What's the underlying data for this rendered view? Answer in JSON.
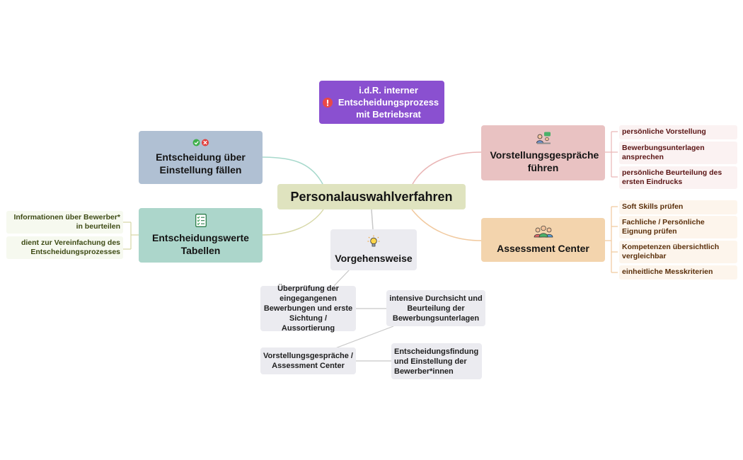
{
  "central": "Personalauswahlverfahren",
  "note": {
    "label": "i.d.R. interner Entscheidungsprozess mit Betriebsrat",
    "icon": "exclamation-icon"
  },
  "branches": {
    "entscheidung": {
      "label": "Entscheidung über Einstellung fällen",
      "icon": "check-cross-icon",
      "color": "#b0c0d3"
    },
    "tabellen": {
      "label": "Entscheidungswerte Tabellen",
      "icon": "checklist-icon",
      "color": "#acd6cb",
      "items": [
        "Informationen über Bewerber* in beurteilen",
        "dient zur Vereinfachung des Entscheidungsprozesses"
      ]
    },
    "vorstellung": {
      "label": "Vorstellungsgespräche führen",
      "icon": "interview-icon",
      "color": "#e9c2c2",
      "items": [
        "persönliche Vorstellung",
        "Bewerbungsunterlagen ansprechen",
        "persönliche Beurteilung des ersten Eindrucks"
      ]
    },
    "assessment": {
      "label": "Assessment Center",
      "icon": "group-icon",
      "color": "#f3d4ad",
      "items": [
        "Soft Skills prüfen",
        "Fachliche / Persönliche Eignung prüfen",
        "Kompetenzen übersichtlich vergleichbar",
        "einheitliche Messkriterien"
      ]
    },
    "vorgehensweise": {
      "label": "Vorgehensweise",
      "icon": "lightbulb-icon",
      "steps": [
        "Überprüfung der eingegangenen Bewerbungen und erste Sichtung / Aussortierung",
        "intensive Durchsicht und Beurteilung der Bewerbungsunterlagen",
        "Vorstellungsgespräche / Assessment Center",
        "Entscheidungsfindung und Einstellung der Bewerber*innen"
      ]
    }
  },
  "colors": {
    "central": "#dfe3bf",
    "note": "#8a50d0",
    "vorgehensweise": "#ebebf0",
    "link_green": "#a7d9cc",
    "link_olive": "#d7d8a8",
    "link_red": "#eab6b6",
    "link_orange": "#f1c99e",
    "link_grey": "#c8c8c8"
  }
}
